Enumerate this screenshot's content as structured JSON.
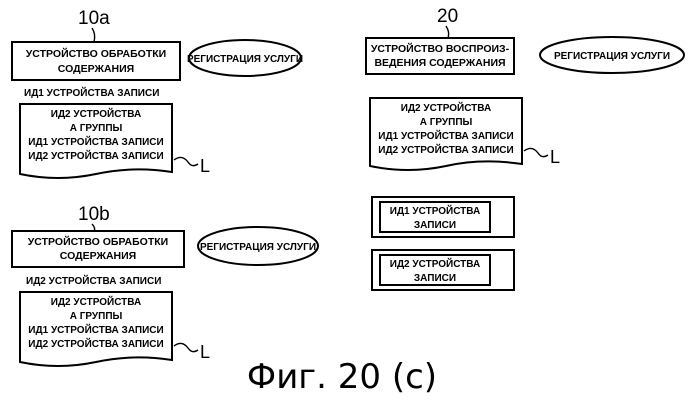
{
  "figure_caption": "Фиг. 20 (с)",
  "panel_a": {
    "ref": "10a",
    "device_lines": [
      "УСТРОЙСТВО ОБРАБОТКИ",
      "СОДЕРЖАНИЯ"
    ],
    "service": "РЕГИСТРАЦИЯ УСЛУГИ",
    "recorder_id": "ИД1 УСТРОЙСТВА ЗАПИСИ",
    "list_lines": [
      "ИД2 УСТРОЙСТВА",
      "А ГРУППЫ",
      "ИД1 УСТРОЙСТВА ЗАПИСИ",
      "ИД2 УСТРОЙСТВА ЗАПИСИ"
    ],
    "list_label": "L"
  },
  "panel_b": {
    "ref": "10b",
    "device_lines": [
      "УСТРОЙСТВО ОБРАБОТКИ",
      "СОДЕРЖАНИЯ"
    ],
    "service": "РЕГИСТРАЦИЯ УСЛУГИ",
    "recorder_id": "ИД2 УСТРОЙСТВА ЗАПИСИ",
    "list_lines": [
      "ИД2 УСТРОЙСТВА",
      "А ГРУППЫ",
      "ИД1 УСТРОЙСТВА ЗАПИСИ",
      "ИД2 УСТРОЙСТВА ЗАПИСИ"
    ],
    "list_label": "L"
  },
  "panel_c": {
    "ref": "20",
    "device_lines": [
      "УСТРОЙСТВО ВОСПРОИЗ-",
      "ВЕДЕНИЯ СОДЕРЖАНИЯ"
    ],
    "service": "РЕГИСТРАЦИЯ УСЛУГИ",
    "list_lines": [
      "ИД2 УСТРОЙСТВА",
      "А ГРУППЫ",
      "ИД1 УСТРОЙСТВА ЗАПИСИ",
      "ИД2 УСТРОЙСТВА ЗАПИСИ"
    ],
    "list_label": "L",
    "id_box_1": [
      "ИД1 УСТРОЙСТВА",
      "ЗАПИСИ"
    ],
    "id_box_2": [
      "ИД2 УСТРОЙСТВА",
      "ЗАПИСИ"
    ]
  }
}
